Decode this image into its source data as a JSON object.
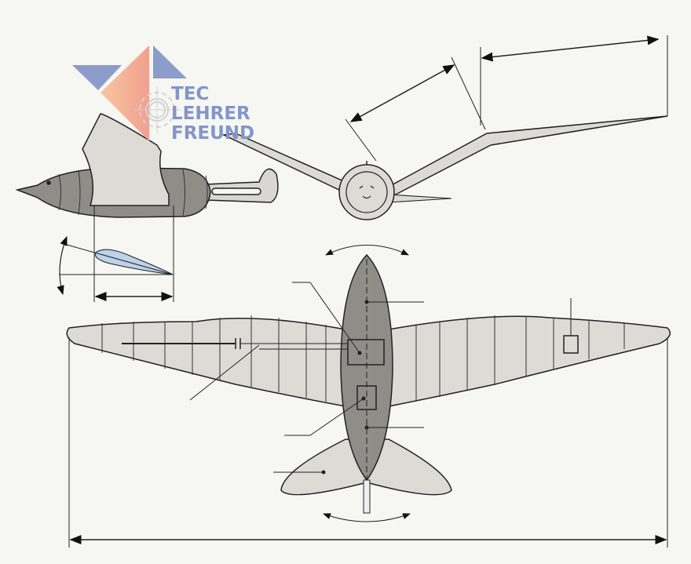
{
  "logo": {
    "line1": "TEC",
    "line2": "LEHRER",
    "line3": "FREUND"
  },
  "colors": {
    "body": "#8e8d88",
    "wing": "#dcdbd6",
    "airfoil": "#bcd3ea",
    "logo_blue": "#8395c9",
    "logo_orange": "#f4a98a"
  }
}
